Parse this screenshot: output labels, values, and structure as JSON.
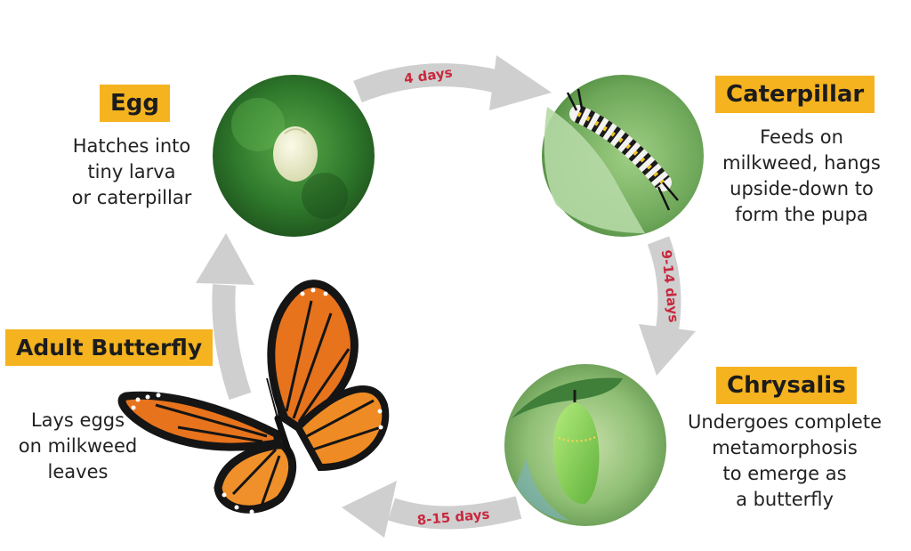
{
  "stages": {
    "egg": {
      "title": "Egg",
      "description": "Hatches into\ntiny larva\nor caterpillar"
    },
    "caterpillar": {
      "title": "Caterpillar",
      "description": "Feeds on\nmilkweed, hangs\nupside-down to\nform the pupa"
    },
    "chrysalis": {
      "title": "Chrysalis",
      "description": "Undergoes complete\nmetamorphosis\nto emerge as\na butterfly"
    },
    "adult": {
      "title": "Adult Butterfly",
      "description": "Lays eggs\non milkweed\nleaves"
    }
  },
  "durations": {
    "egg_to_caterpillar": "4 days",
    "caterpillar_to_chrysalis": "9-14 days",
    "chrysalis_to_adult": "8-15 days"
  },
  "colors": {
    "label_background": "#f5b320",
    "duration_text": "#c8283e",
    "arrow": "#cfcfcf"
  }
}
